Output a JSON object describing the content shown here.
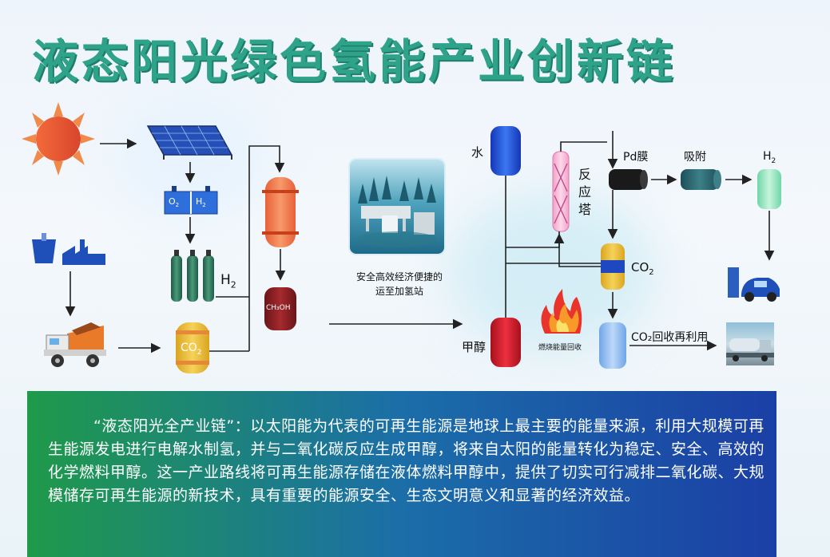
{
  "title": "液态阳光绿色氢能产业创新链",
  "labels": {
    "h2_left": "H",
    "h2_left_sub": "2",
    "o2": "O",
    "o2_sub": "2",
    "h2_elec": "H",
    "h2_elec_sub": "2",
    "co2_tank": "CO",
    "co2_tank_sub": "2",
    "ch3oh": "CH₃OH",
    "station": "安全高效经济便捷的运至加氢站",
    "water": "水",
    "methanol": "甲醇",
    "reactor": "反应塔",
    "pd_membrane": "Pd膜",
    "adsorption": "吸附",
    "h2_right": "H",
    "h2_right_sub": "2",
    "co2_right": "CO",
    "co2_right_sub": "2",
    "combustion": "燃烧能量回收",
    "co2_recycle": "CO₂回收再利用"
  },
  "description": "“液态阳光全产业链”：以太阳能为代表的可再生能源是地球上最主要的能量来源，利用大规模可再生能源发电进行电解水制氢，并与二氧化碳反应生成甲醇，将来自太阳的能量转化为稳定、安全、高效的化学燃料甲醇。这一产业路线将可再生能源存储在液体燃料甲醇中，提供了切实可行减排二氧化碳、大规模储存可再生能源的新技术，具有重要的能源安全、生态文明意义和显著的经济效益。",
  "colors": {
    "title": "#2fa38a",
    "panel_left": "#1f9a4a",
    "panel_right": "#1b3fa6",
    "sun": "#e8553a",
    "blue_tank": "#1f4fd8",
    "red_tank": "#d6192a",
    "green_cylinder": "#3e8a6c"
  }
}
